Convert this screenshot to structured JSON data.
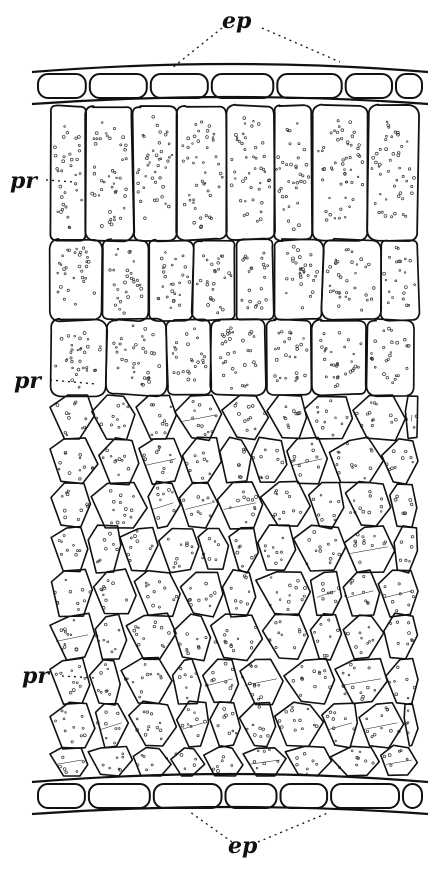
{
  "figure": {
    "kind": "leaf-cross-section-engraving",
    "colors": {
      "ink": "#111111",
      "paper": "#ffffff",
      "stipple": "#333333"
    },
    "labels": {
      "top_epidermis": "ep",
      "palisade_upper": "pr",
      "palisade_middle": "pr",
      "spongy_lower": "pr",
      "bottom_epidermis": "ep"
    }
  }
}
